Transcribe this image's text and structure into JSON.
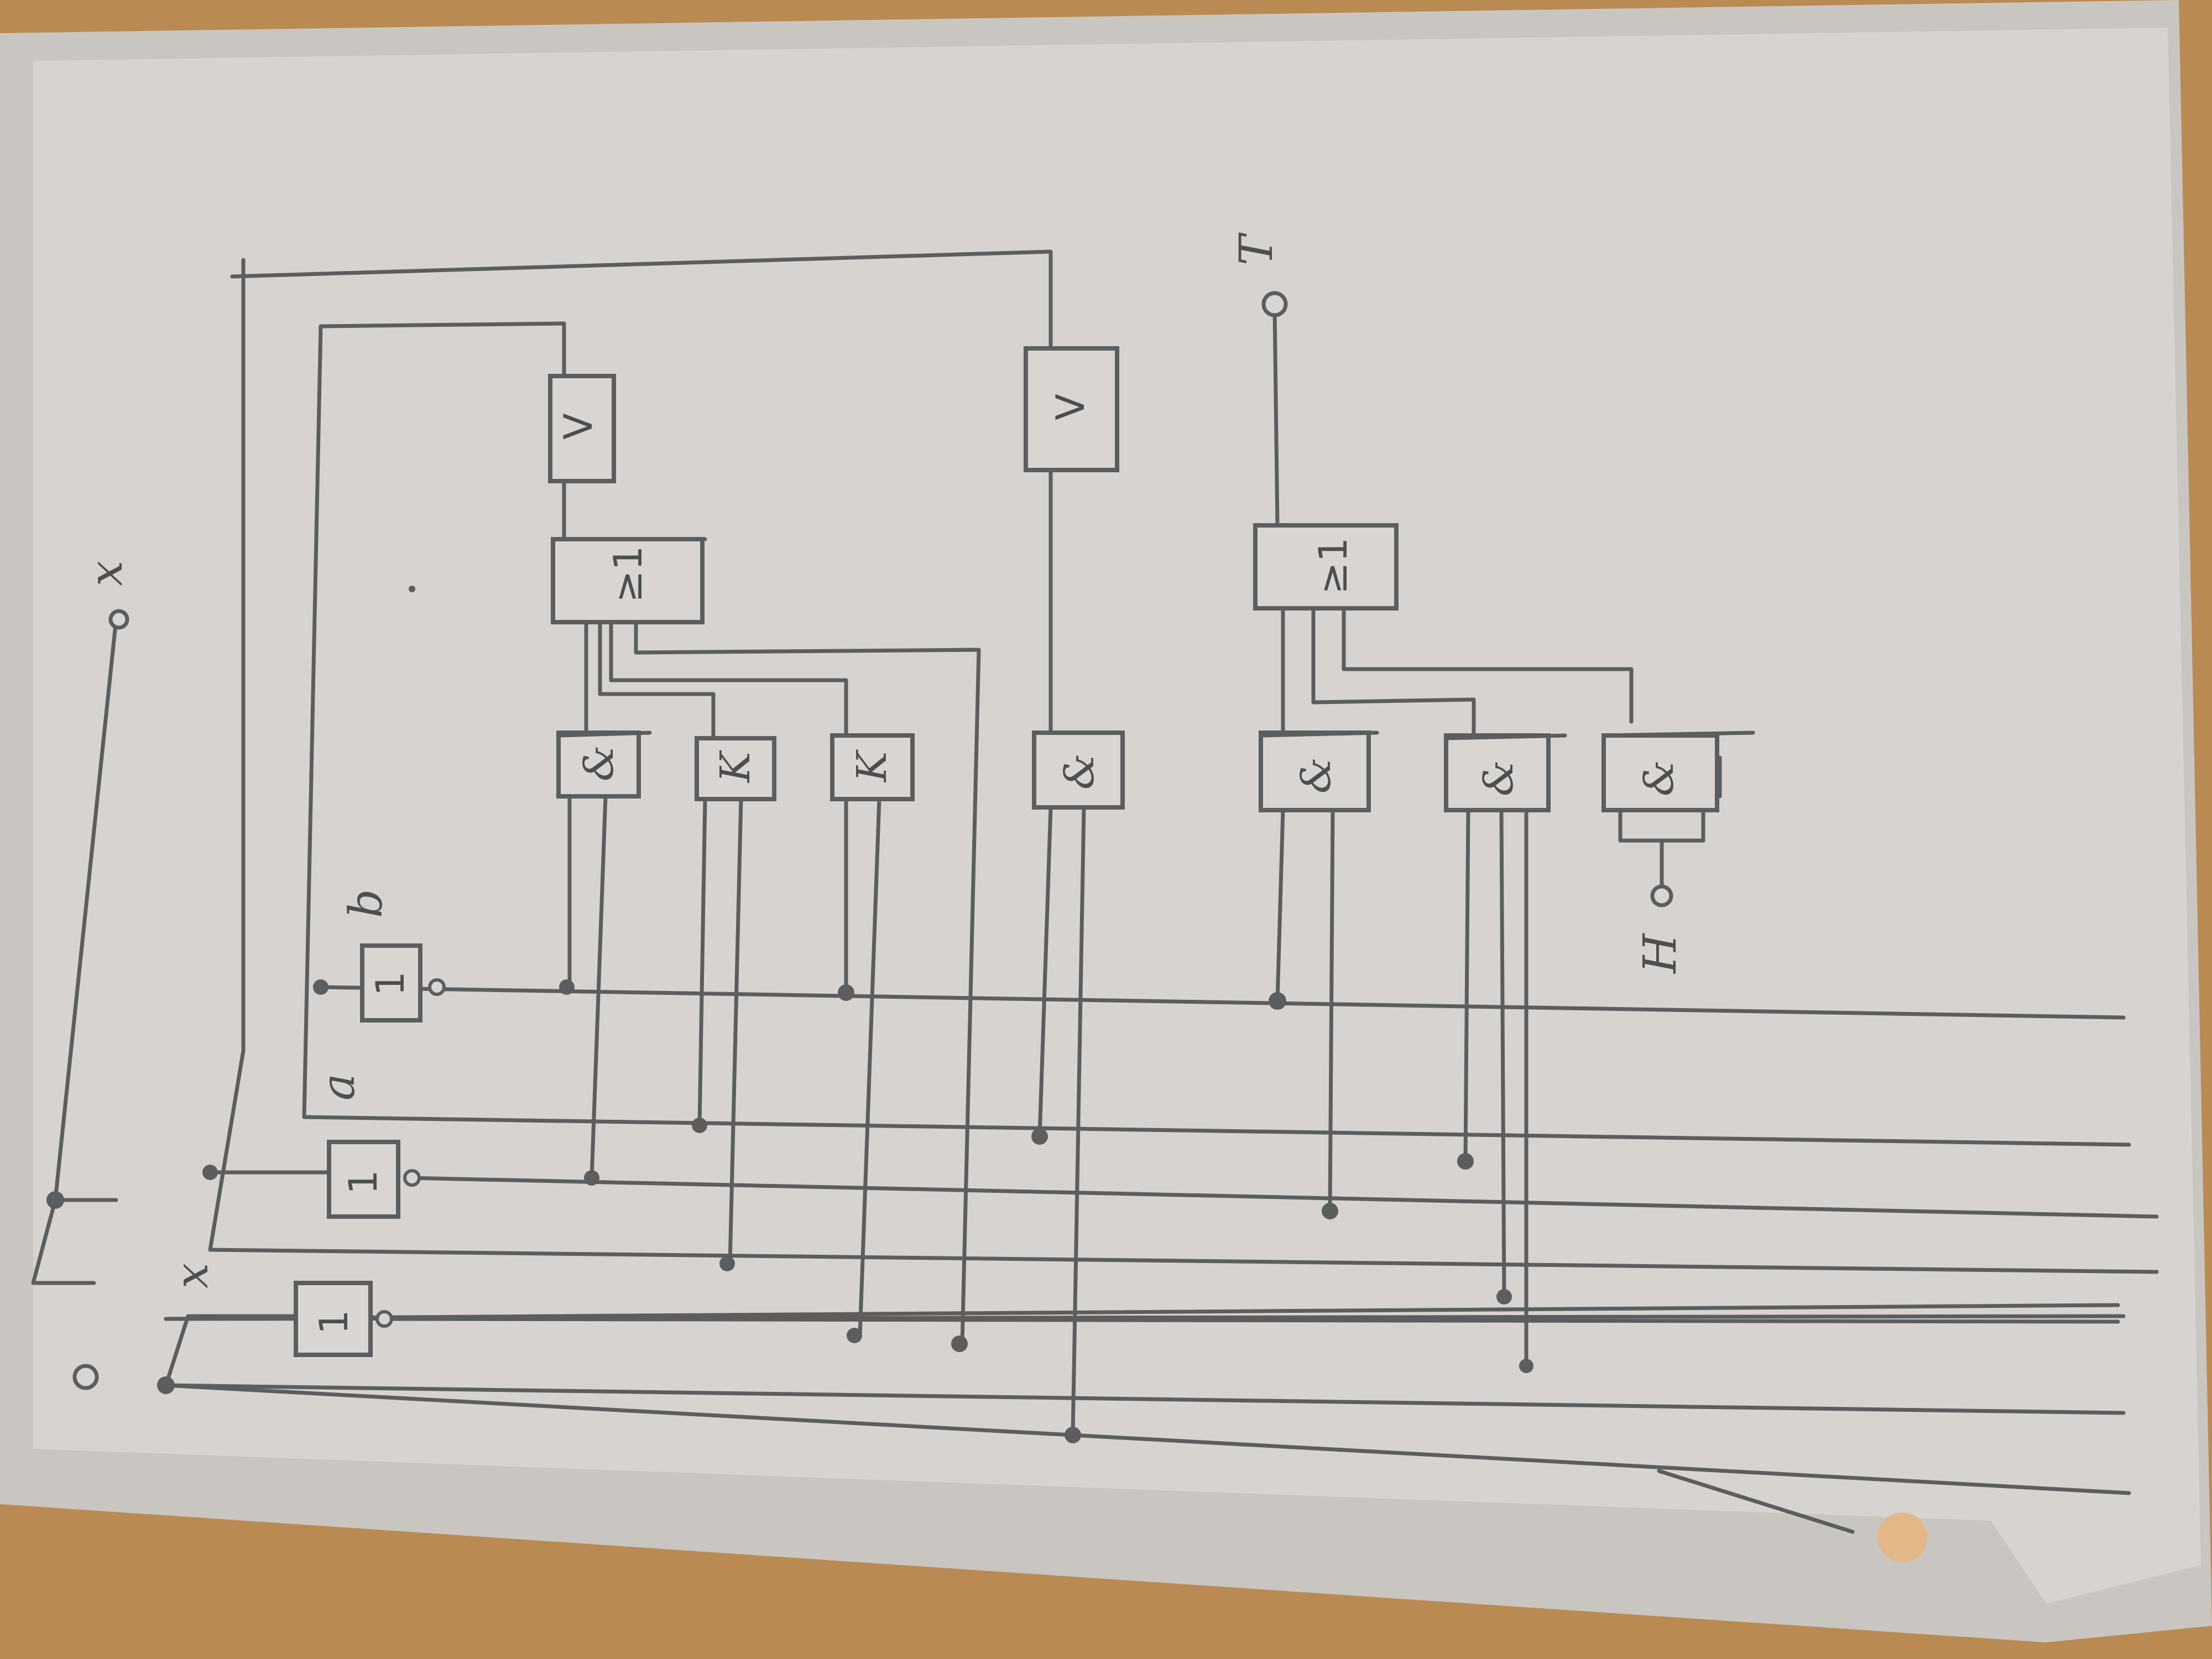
{
  "diagram": {
    "inputs": {
      "x": "x",
      "x_open": "x",
      "a": "a",
      "b": "b"
    },
    "outputs": {
      "t": "T",
      "h": "H"
    },
    "gates": {
      "not_gate": "1",
      "and_gate": "&",
      "or_gate": "≥1",
      "k_gate": "K",
      "delay_gate": "V"
    }
  }
}
